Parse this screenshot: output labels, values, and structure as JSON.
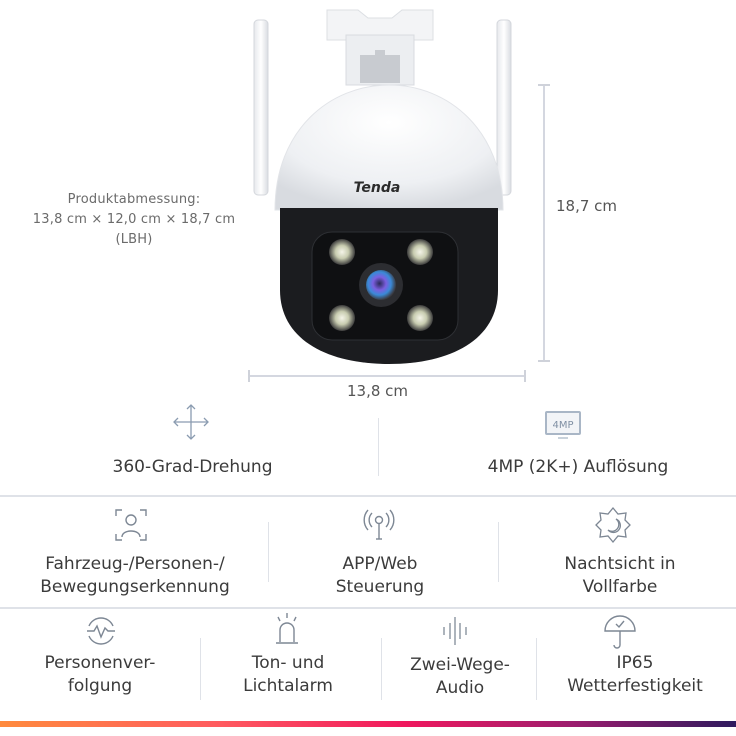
{
  "product": {
    "brand": "Tenda",
    "dimensions_label": "Produktabmessung:",
    "dimensions_value": "13,8 cm × 12,0 cm × 18,7 cm",
    "dimensions_note": "(LBH)",
    "height_label": "18,7 cm",
    "width_label": "13,8 cm"
  },
  "features_row1": [
    {
      "icon": "four-way-arrows-icon",
      "label": "360-Grad-Drehung"
    },
    {
      "icon": "monitor-4mp-icon",
      "icon_text": "4MP",
      "label": "4MP (2K+) Auflösung"
    }
  ],
  "features_row2": [
    {
      "icon": "person-detection-icon",
      "line1": "Fahrzeug-/Personen-/",
      "line2": "Bewegungserkennung"
    },
    {
      "icon": "antenna-signal-icon",
      "line1": "APP/Web",
      "line2": "Steuerung"
    },
    {
      "icon": "night-moon-icon",
      "line1": "Nachtsicht in",
      "line2": "Vollfarbe"
    }
  ],
  "features_row3": [
    {
      "icon": "tracking-pulse-icon",
      "line1": "Personenver-",
      "line2": "folgung"
    },
    {
      "icon": "alarm-light-icon",
      "line1": "Ton- und",
      "line2": "Lichtalarm"
    },
    {
      "icon": "audio-wave-icon",
      "line1": "Zwei-Wege-",
      "line2": "Audio"
    },
    {
      "icon": "umbrella-icon",
      "line1": "IP65",
      "line2": "Wetterfestigkeit"
    }
  ],
  "colors": {
    "gradient_start": "#ff8a3d",
    "gradient_mid": "#f0185e",
    "gradient_end": "#2e1a5e",
    "text": "#3b3b3b",
    "divider": "#dfe2e8"
  }
}
